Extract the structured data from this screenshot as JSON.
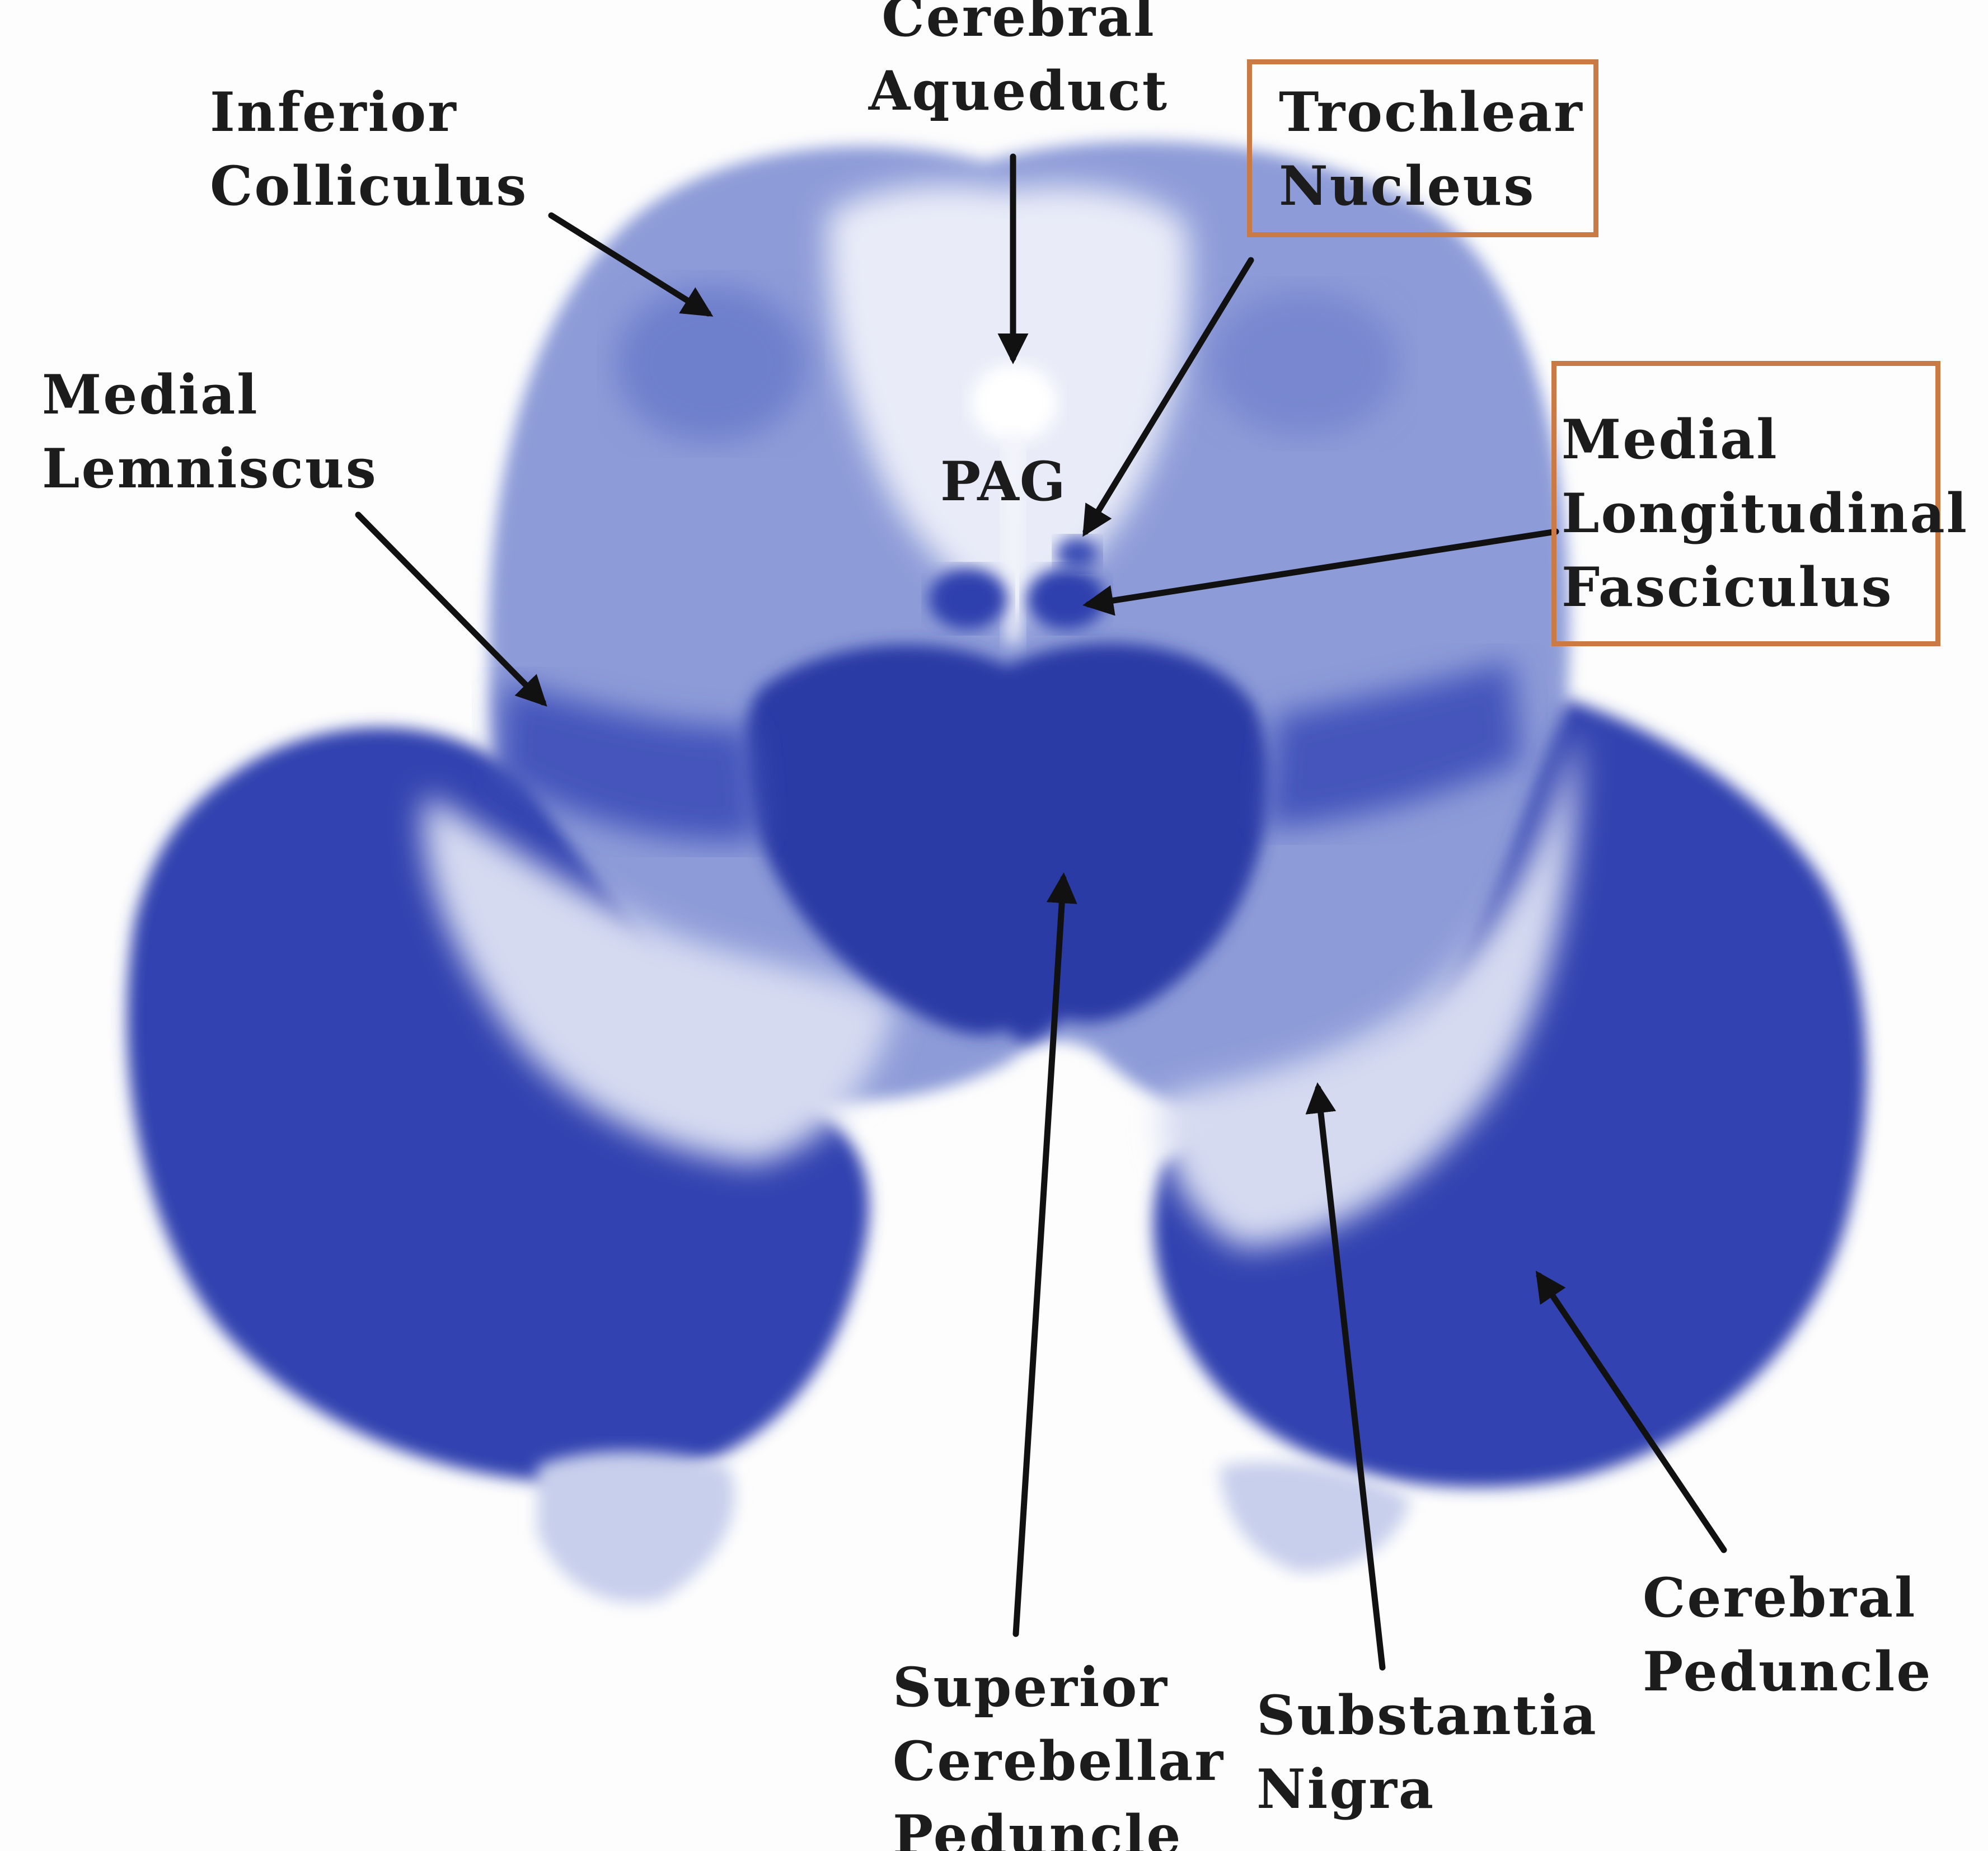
{
  "labels": {
    "cerebral_aqueduct": [
      "Cerebral",
      "Aqueduct"
    ],
    "inferior_colliculus": [
      "Inferior",
      "Colliculus"
    ],
    "trochlear_nucleus": [
      "Trochlear",
      "Nucleus"
    ],
    "medial_lemniscus": [
      "Medial",
      "Lemniscus"
    ],
    "pag": "PAG",
    "medial_longitudinal_fasciculus": [
      "Medial",
      "Longitudinal",
      "Fasciculus"
    ],
    "superior_cerebellar_peduncle": [
      "Superior",
      "Cerebellar",
      "Peduncle"
    ],
    "substantia_nigra": [
      "Substantia",
      "Nigra"
    ],
    "cerebral_peduncle": [
      "Cerebral",
      "Peduncle"
    ]
  },
  "colors": {
    "stain_dark": "#2e3fae",
    "stain_mid": "#5566c4",
    "stain_light": "#9aa6dc",
    "highlight_box": "#c97a45",
    "arrow": "#111111"
  }
}
